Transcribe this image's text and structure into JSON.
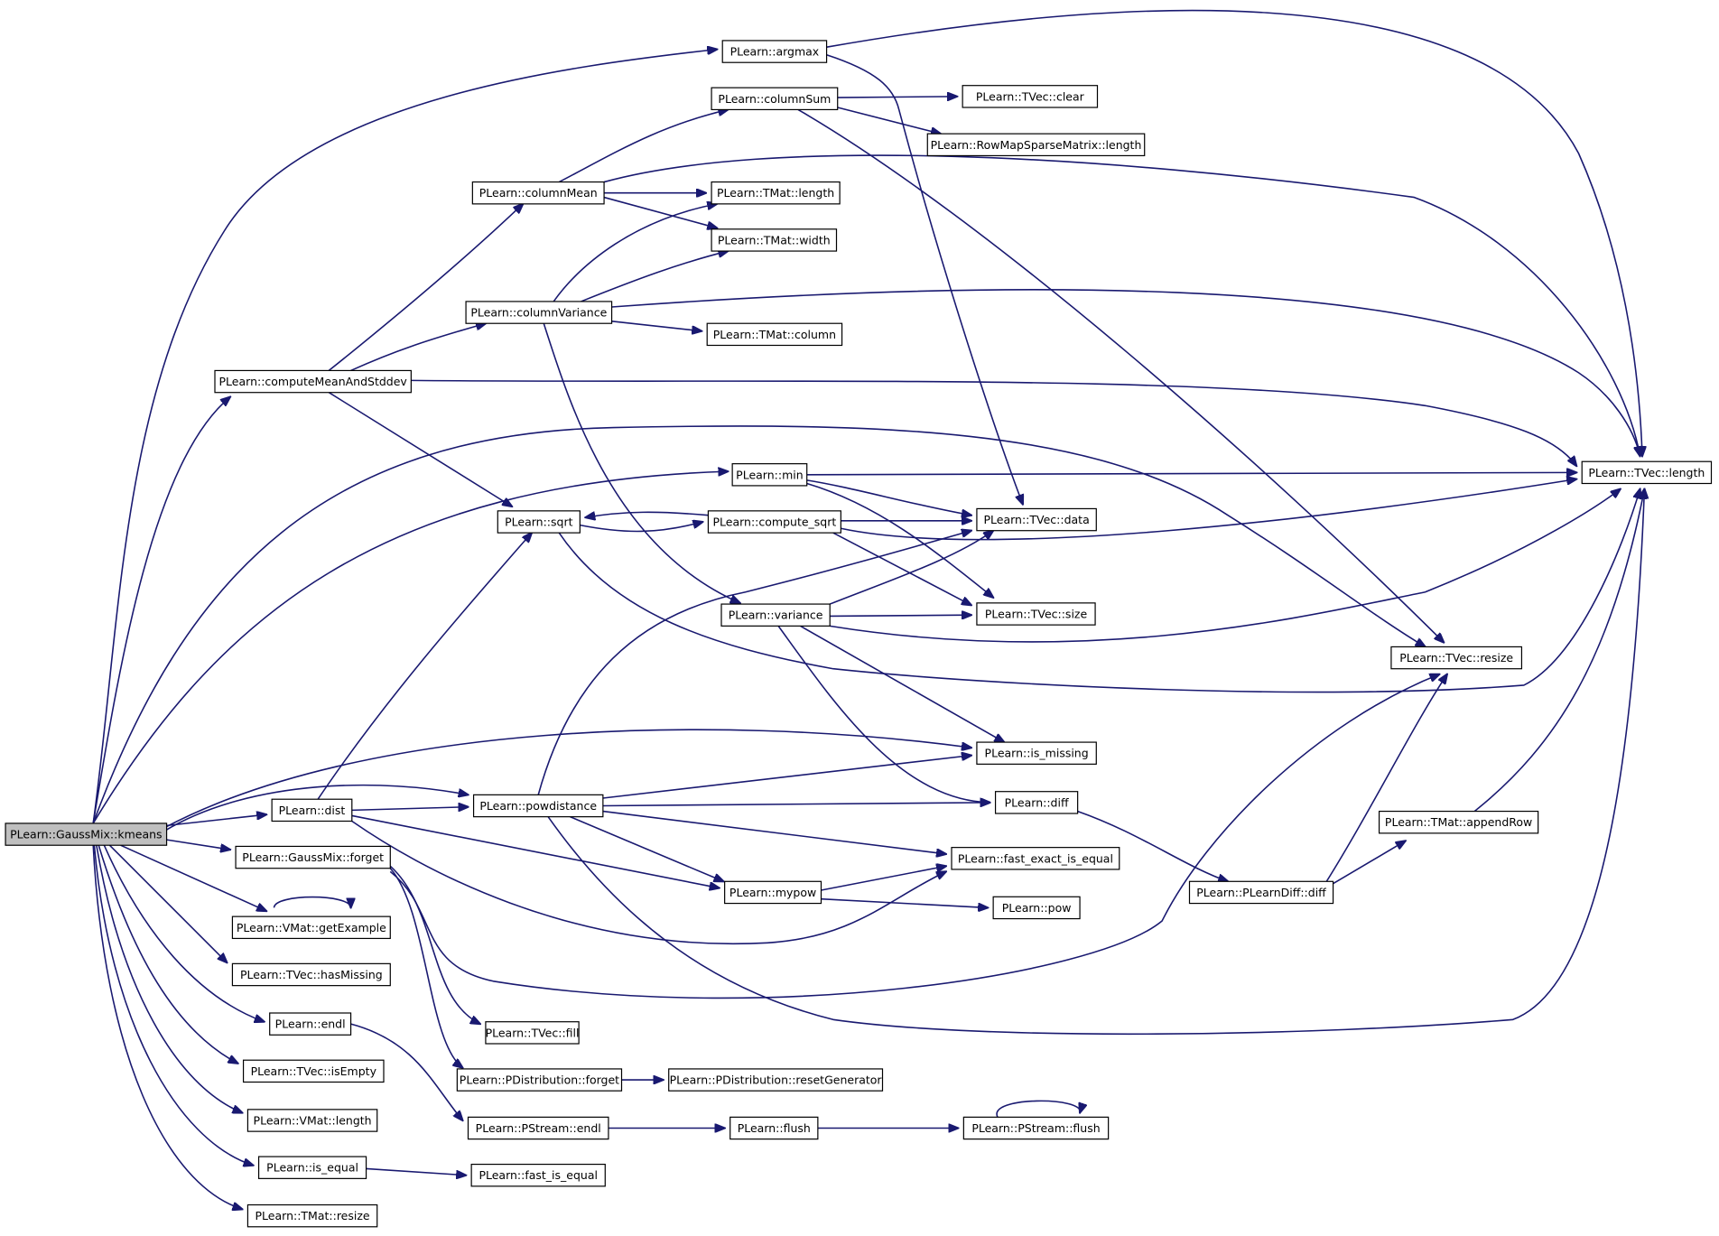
{
  "diagram": {
    "type": "call-graph",
    "edge_color": "#191970",
    "root_fill": "#bfbfbf",
    "nodes": [
      {
        "id": "kmeans",
        "label": "PLearn::GaussMix::kmeans",
        "root": true
      },
      {
        "id": "argmax",
        "label": "PLearn::argmax"
      },
      {
        "id": "columnSum",
        "label": "PLearn::columnSum"
      },
      {
        "id": "tvec_clear",
        "label": "PLearn::TVec::clear"
      },
      {
        "id": "rmsm_length",
        "label": "PLearn::RowMapSparseMatrix::length"
      },
      {
        "id": "columnMean",
        "label": "PLearn::columnMean"
      },
      {
        "id": "tmat_length",
        "label": "PLearn::TMat::length"
      },
      {
        "id": "tmat_width",
        "label": "PLearn::TMat::width"
      },
      {
        "id": "columnVariance",
        "label": "PLearn::columnVariance"
      },
      {
        "id": "tmat_column",
        "label": "PLearn::TMat::column"
      },
      {
        "id": "computeMeanAndStddev",
        "label": "PLearn::computeMeanAndStddev"
      },
      {
        "id": "tvec_length",
        "label": "PLearn::TVec::length"
      },
      {
        "id": "min",
        "label": "PLearn::min"
      },
      {
        "id": "sqrt",
        "label": "PLearn::sqrt"
      },
      {
        "id": "compute_sqrt",
        "label": "PLearn::compute_sqrt"
      },
      {
        "id": "tvec_data",
        "label": "PLearn::TVec::data"
      },
      {
        "id": "variance",
        "label": "PLearn::variance"
      },
      {
        "id": "tvec_size",
        "label": "PLearn::TVec::size"
      },
      {
        "id": "tvec_resize",
        "label": "PLearn::TVec::resize"
      },
      {
        "id": "is_missing",
        "label": "PLearn::is_missing"
      },
      {
        "id": "dist",
        "label": "PLearn::dist"
      },
      {
        "id": "powdistance",
        "label": "PLearn::powdistance"
      },
      {
        "id": "diff",
        "label": "PLearn::diff"
      },
      {
        "id": "appendRow",
        "label": "PLearn::TMat::appendRow"
      },
      {
        "id": "gm_forget",
        "label": "PLearn::GaussMix::forget"
      },
      {
        "id": "fast_exact",
        "label": "PLearn::fast_exact_is_equal"
      },
      {
        "id": "pldiff",
        "label": "PLearn::PLearnDiff::diff"
      },
      {
        "id": "mypow",
        "label": "PLearn::mypow"
      },
      {
        "id": "pow",
        "label": "PLearn::pow"
      },
      {
        "id": "getExample",
        "label": "PLearn::VMat::getExample"
      },
      {
        "id": "hasMissing",
        "label": "PLearn::TVec::hasMissing"
      },
      {
        "id": "endl",
        "label": "PLearn::endl"
      },
      {
        "id": "tvec_fill",
        "label": "PLearn::TVec::fill"
      },
      {
        "id": "isEmpty",
        "label": "PLearn::TVec::isEmpty"
      },
      {
        "id": "pd_forget",
        "label": "PLearn::PDistribution::forget"
      },
      {
        "id": "resetGenerator",
        "label": "PLearn::PDistribution::resetGenerator"
      },
      {
        "id": "vmat_length",
        "label": "PLearn::VMat::length"
      },
      {
        "id": "ps_endl",
        "label": "PLearn::PStream::endl"
      },
      {
        "id": "flush",
        "label": "PLearn::flush"
      },
      {
        "id": "ps_flush",
        "label": "PLearn::PStream::flush"
      },
      {
        "id": "is_equal",
        "label": "PLearn::is_equal"
      },
      {
        "id": "fast_is_equal",
        "label": "PLearn::fast_is_equal"
      },
      {
        "id": "tmat_resize",
        "label": "PLearn::TMat::resize"
      }
    ],
    "edges": [
      [
        "kmeans",
        "argmax"
      ],
      [
        "kmeans",
        "computeMeanAndStddev"
      ],
      [
        "kmeans",
        "tvec_resize"
      ],
      [
        "kmeans",
        "min"
      ],
      [
        "kmeans",
        "is_missing"
      ],
      [
        "kmeans",
        "powdistance"
      ],
      [
        "kmeans",
        "dist"
      ],
      [
        "kmeans",
        "gm_forget"
      ],
      [
        "kmeans",
        "getExample"
      ],
      [
        "kmeans",
        "hasMissing"
      ],
      [
        "kmeans",
        "endl"
      ],
      [
        "kmeans",
        "isEmpty"
      ],
      [
        "kmeans",
        "vmat_length"
      ],
      [
        "kmeans",
        "is_equal"
      ],
      [
        "kmeans",
        "tmat_resize"
      ],
      [
        "argmax",
        "tvec_length"
      ],
      [
        "argmax",
        "tvec_data"
      ],
      [
        "columnSum",
        "tvec_clear"
      ],
      [
        "columnSum",
        "rmsm_length"
      ],
      [
        "columnSum",
        "tvec_resize"
      ],
      [
        "columnMean",
        "columnSum"
      ],
      [
        "columnMean",
        "tmat_length"
      ],
      [
        "columnMean",
        "tmat_width"
      ],
      [
        "columnMean",
        "tvec_length"
      ],
      [
        "columnVariance",
        "tmat_length"
      ],
      [
        "columnVariance",
        "tmat_width"
      ],
      [
        "columnVariance",
        "tvec_length"
      ],
      [
        "columnVariance",
        "tmat_column"
      ],
      [
        "columnVariance",
        "variance"
      ],
      [
        "computeMeanAndStddev",
        "columnMean"
      ],
      [
        "computeMeanAndStddev",
        "columnVariance"
      ],
      [
        "computeMeanAndStddev",
        "tvec_length"
      ],
      [
        "computeMeanAndStddev",
        "sqrt"
      ],
      [
        "min",
        "tvec_length"
      ],
      [
        "min",
        "tvec_data"
      ],
      [
        "min",
        "tvec_size"
      ],
      [
        "sqrt",
        "compute_sqrt"
      ],
      [
        "sqrt",
        "tvec_length"
      ],
      [
        "compute_sqrt",
        "sqrt"
      ],
      [
        "compute_sqrt",
        "tvec_data"
      ],
      [
        "compute_sqrt",
        "tvec_size"
      ],
      [
        "compute_sqrt",
        "tvec_length"
      ],
      [
        "variance",
        "tvec_data"
      ],
      [
        "variance",
        "tvec_size"
      ],
      [
        "variance",
        "tvec_length"
      ],
      [
        "variance",
        "is_missing"
      ],
      [
        "variance",
        "diff"
      ],
      [
        "dist",
        "sqrt"
      ],
      [
        "dist",
        "powdistance"
      ],
      [
        "dist",
        "mypow"
      ],
      [
        "dist",
        "fast_exact"
      ],
      [
        "powdistance",
        "tvec_data"
      ],
      [
        "powdistance",
        "is_missing"
      ],
      [
        "powdistance",
        "diff"
      ],
      [
        "powdistance",
        "fast_exact"
      ],
      [
        "powdistance",
        "mypow"
      ],
      [
        "powdistance",
        "tvec_length"
      ],
      [
        "diff",
        "pldiff"
      ],
      [
        "pldiff",
        "tvec_resize"
      ],
      [
        "pldiff",
        "appendRow"
      ],
      [
        "appendRow",
        "tvec_length"
      ],
      [
        "mypow",
        "fast_exact"
      ],
      [
        "mypow",
        "pow"
      ],
      [
        "gm_forget",
        "tvec_resize"
      ],
      [
        "gm_forget",
        "tvec_fill"
      ],
      [
        "gm_forget",
        "pd_forget"
      ],
      [
        "pd_forget",
        "resetGenerator"
      ],
      [
        "getExample",
        "getExample"
      ],
      [
        "endl",
        "ps_endl"
      ],
      [
        "ps_endl",
        "flush"
      ],
      [
        "flush",
        "ps_flush"
      ],
      [
        "ps_flush",
        "ps_flush"
      ],
      [
        "is_equal",
        "fast_is_equal"
      ]
    ]
  }
}
